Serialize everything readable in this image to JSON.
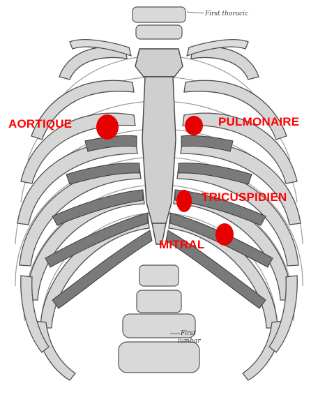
{
  "figure": {
    "bone_color": "#c9c9c9",
    "bone_outline": "#5a5a5a",
    "cartilage_color": "#6e6e6e",
    "label_color": "#ff0000",
    "dot_color": "#e60000"
  },
  "anatomy_labels": {
    "first_thoracic": "First thoracic",
    "first_lumbar_line1": "First",
    "first_lumbar_line2": "lumbar"
  },
  "auscultation_points": [
    {
      "name": "aortique",
      "label": "AORTIQUE"
    },
    {
      "name": "pulmonaire",
      "label": "PULMONAIRE"
    },
    {
      "name": "tricuspidien",
      "label": "TRICUSPIDIEN"
    },
    {
      "name": "mitral",
      "label": "MITRAL"
    }
  ]
}
